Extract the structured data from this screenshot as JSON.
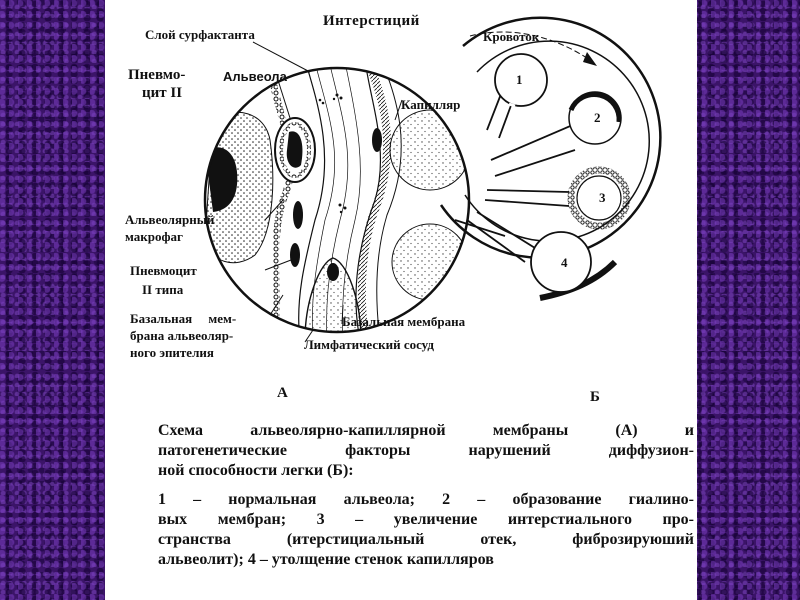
{
  "diagram_a": {
    "panel_label": "А",
    "labels": {
      "surfactant": "Слой сурфактанта",
      "interstitium": "Интерстиций",
      "pneumocyte_ii_line1": "Пневмо-",
      "pneumocyte_ii_line2": "цит II",
      "alveola": "Альвеола",
      "capillary": "Капилляр",
      "macrophage_line1": "Альвеолярный",
      "macrophage_line2": "макрофаг",
      "pneumocyte_type2_line1": "Пневмоцит",
      "pneumocyte_type2_line2": "II типа",
      "basal_epithelium_line1": "Базальная     мем-",
      "basal_epithelium_line2": "брана альвеоляр-",
      "basal_epithelium_line3": "ного эпителия",
      "basal_membrane": "Базальная мембрана",
      "lymphatic_vessel": "Лимфатический сосуд"
    }
  },
  "diagram_b": {
    "panel_label": "Б",
    "labels": {
      "bloodflow": "Кровоток",
      "alveolus_1": "1",
      "alveolus_2": "2",
      "alveolus_3": "3",
      "alveolus_4": "4"
    }
  },
  "caption": {
    "line1": "Схема альвеолярно-капиллярной мембраны (А) и",
    "line2": "патогенетические факторы нарушений диффузион-",
    "line3": "ной способности легки (Б):",
    "line4": "1 – нормальная альвеола; 2 – образование гиалино-",
    "line5": "вых мембран; 3 – увеличение интерстиального про-",
    "line6": "странства (итерстициальный отек, фиброзируюший",
    "line7": "альвеолит); 4 – утолщение стенок капилляров"
  }
}
